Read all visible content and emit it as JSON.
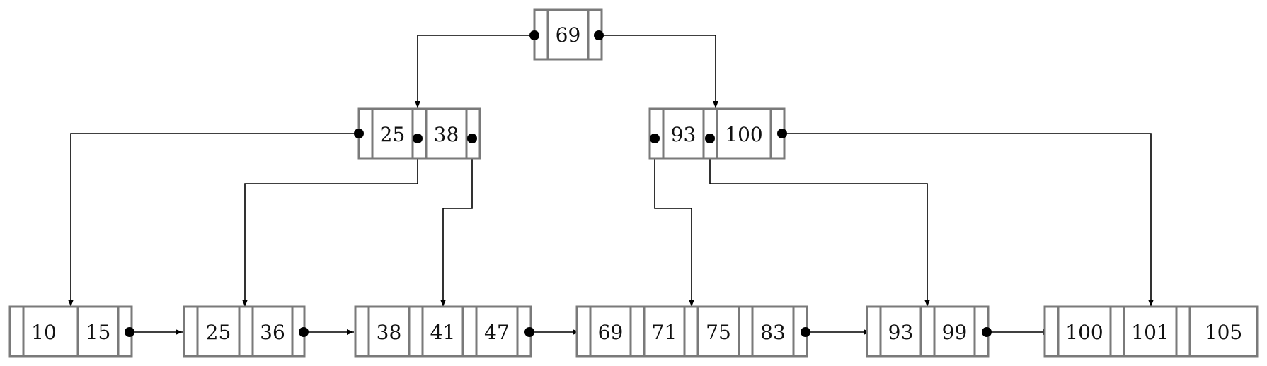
{
  "tree": {
    "root": {
      "keys": [
        "69"
      ]
    },
    "internal": [
      {
        "id": "internal-left",
        "keys": [
          "25",
          "38"
        ]
      },
      {
        "id": "internal-right",
        "keys": [
          "93",
          "100"
        ]
      }
    ],
    "leaves": [
      {
        "id": "leaf-1",
        "keys": [
          "10",
          "15"
        ]
      },
      {
        "id": "leaf-2",
        "keys": [
          "25",
          "36"
        ]
      },
      {
        "id": "leaf-3",
        "keys": [
          "38",
          "41",
          "47"
        ]
      },
      {
        "id": "leaf-4",
        "keys": [
          "69",
          "71",
          "75",
          "83"
        ]
      },
      {
        "id": "leaf-5",
        "keys": [
          "93",
          "99"
        ]
      },
      {
        "id": "leaf-6",
        "keys": [
          "100",
          "101",
          "105"
        ]
      }
    ]
  }
}
